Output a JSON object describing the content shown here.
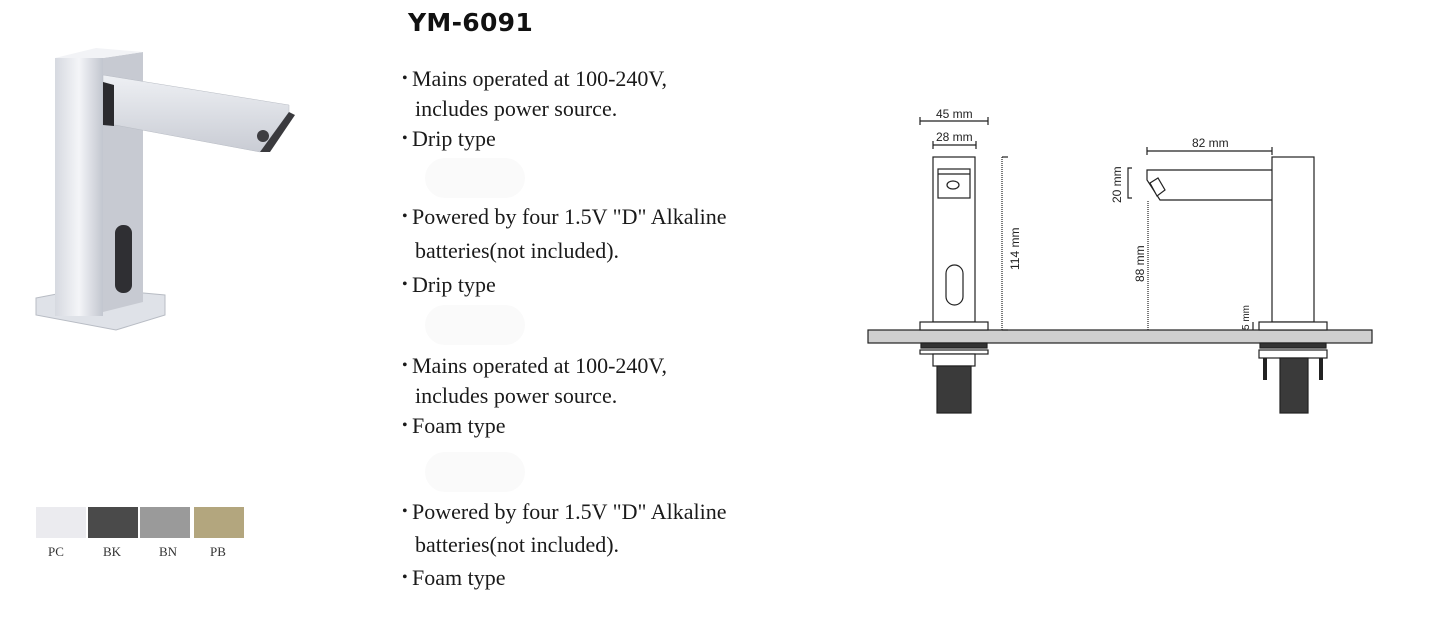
{
  "product": {
    "model": "YM-6091",
    "image_alt": "chrome sensor faucet"
  },
  "finishes": [
    {
      "code": "PC",
      "color": "#ebebef"
    },
    {
      "code": "BK",
      "color": "#4a4a4a"
    },
    {
      "code": "BN",
      "color": "#9a9a9a"
    },
    {
      "code": "PB",
      "color": "#b3a67e"
    }
  ],
  "specs": [
    {
      "lines": [
        "Mains operated at 100-240V,",
        "includes power source."
      ],
      "type": "Drip type"
    },
    {
      "lines": [
        "Powered by four 1.5V \"D\" Alkaline",
        "batteries(not included)."
      ],
      "type": "Drip type"
    },
    {
      "lines": [
        "Mains operated at 100-240V,",
        "includes power source."
      ],
      "type": "Foam type"
    },
    {
      "lines": [
        "Powered by four 1.5V \"D\" Alkaline",
        "batteries(not included)."
      ],
      "type": "Foam type"
    }
  ],
  "bullet": "•",
  "dimensions": {
    "front_outer_width": "45 mm",
    "front_inner_width": "28 mm",
    "total_height": "114 mm",
    "spout_reach": "82 mm",
    "spout_height": "20 mm",
    "spout_clearance": "88 mm",
    "base_height": "5 mm"
  }
}
